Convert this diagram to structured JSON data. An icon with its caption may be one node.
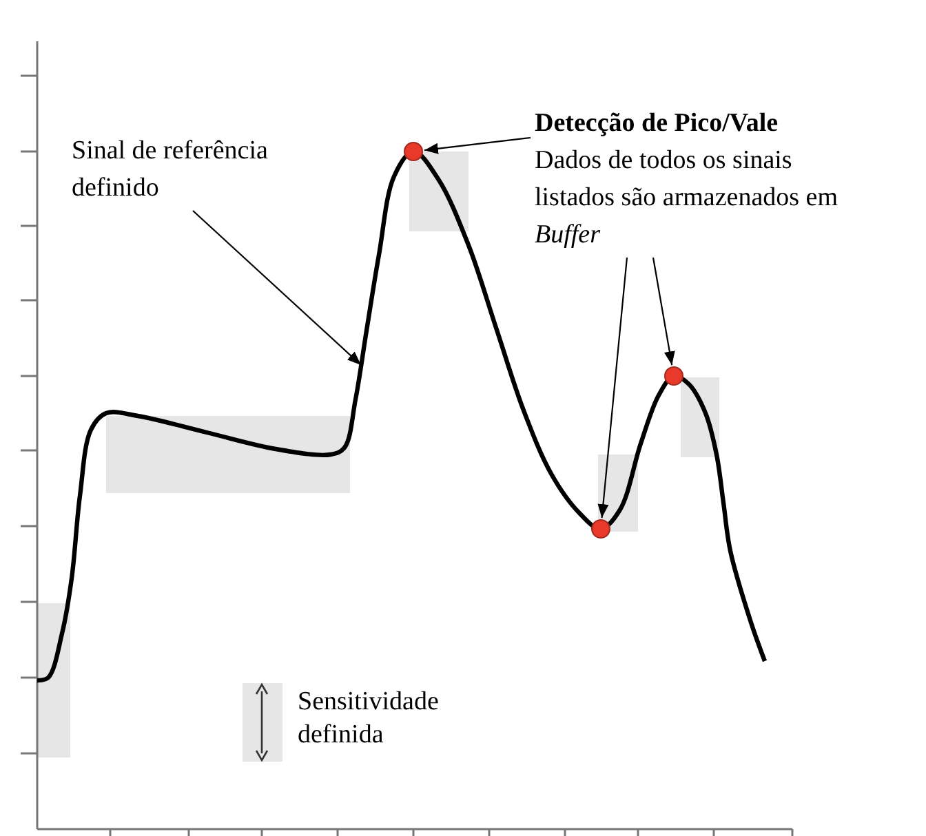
{
  "diagram": {
    "nodes": [
      {
        "text": [
          "Sinal de referência definido"
        ]
      },
      {
        "text": [
          "Detecção de Pico/Vale",
          "Dados de todos os sinais listados são armazenados em *Buffer*"
        ]
      },
      {
        "text": [],
        "shape": "circle"
      },
      {
        "text": [],
        "shape": "circle"
      },
      {
        "text": [],
        "shape": "circle"
      }
    ],
    "edges": [
      {
        "from": 0,
        "to": null,
        "arrow": "to"
      },
      {
        "from": 1,
        "to": 2,
        "arrow": "to"
      },
      {
        "from": 1,
        "to": 3,
        "arrow": "to"
      },
      {
        "from": 1,
        "to": 4,
        "arrow": "to"
      }
    ],
    "labels": [
      "Sensitividade definida"
    ]
  }
}
